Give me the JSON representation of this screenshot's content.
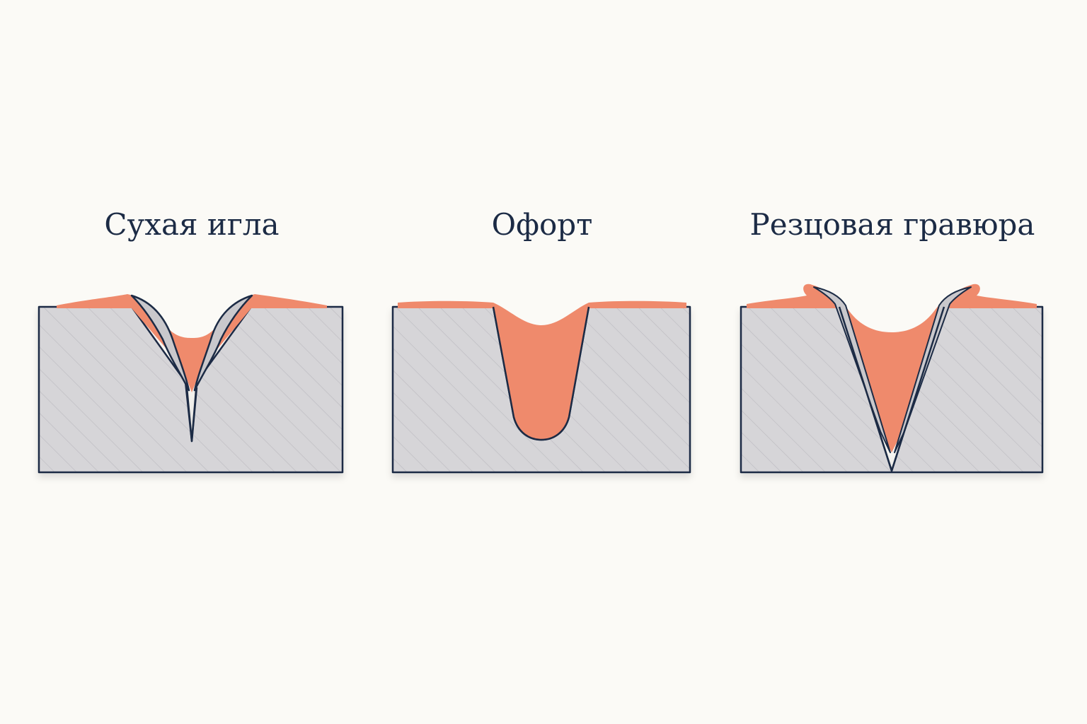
{
  "panels": [
    {
      "title": "Сухая игла"
    },
    {
      "title": "Офорт"
    },
    {
      "title": "Резцовая гравюра"
    }
  ],
  "colors": {
    "background": "#fbfaf6",
    "plate": "#d6d5d8",
    "plate_hatch": "#b9b8bd",
    "outline": "#1c2b45",
    "ink": "#ef8a6c",
    "burr": "#c9c8cc"
  }
}
